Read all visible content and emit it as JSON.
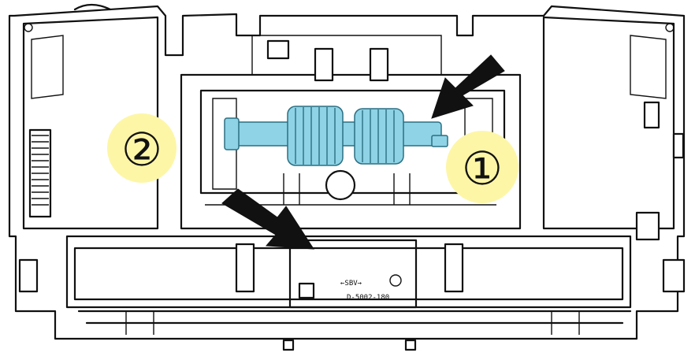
{
  "markers": {
    "step1": {
      "label": "①",
      "meaning": "step-one-marker"
    },
    "step2": {
      "label": "②",
      "meaning": "step-two-marker"
    }
  },
  "part_labels": {
    "plate_line1": "←SBV→",
    "plate_line2": "D-5002-180"
  },
  "colors": {
    "roller": "#8fd3e6",
    "marker_bg": "#fdf6a6",
    "arrow": "#111111",
    "line": "#111111"
  },
  "icons": {
    "arrow_right": "arrow-pointing-left-down",
    "arrow_bottom": "arrow-pointing-right-down",
    "roller": "pickup-roller"
  }
}
